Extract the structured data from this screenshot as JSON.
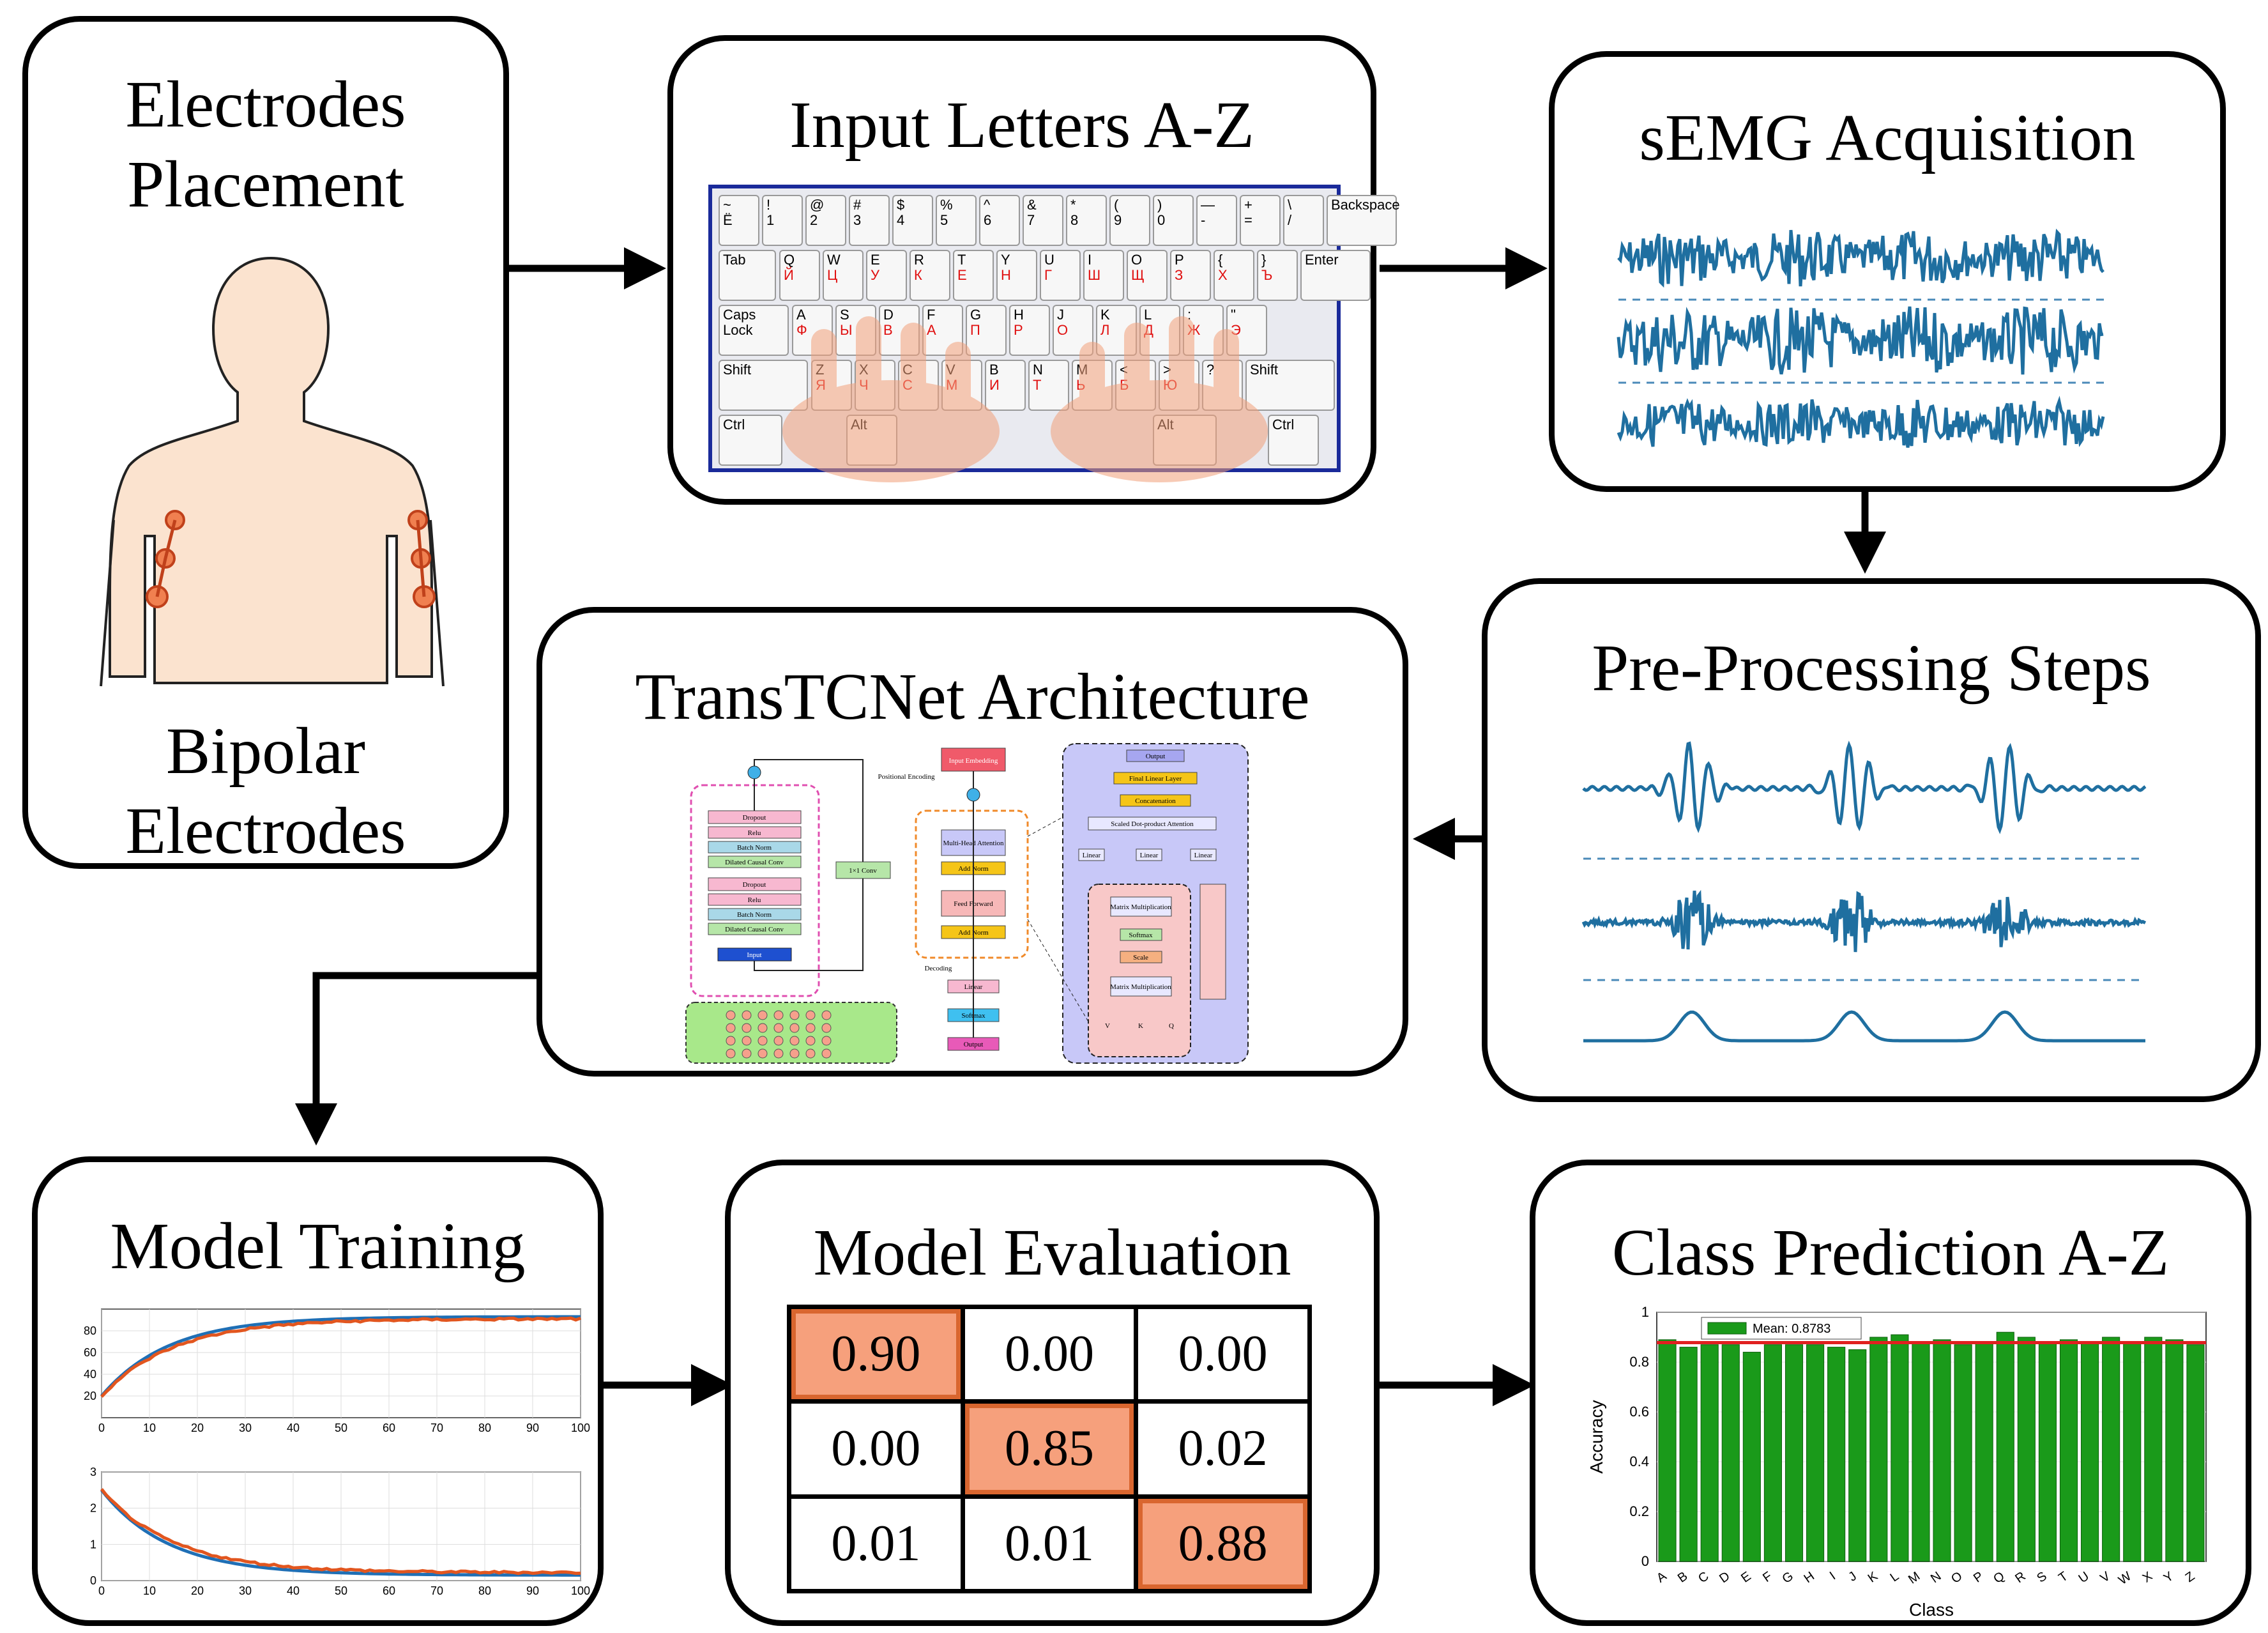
{
  "panels": {
    "electrodes": {
      "title_line1": "Electrodes",
      "title_line2": "Placement",
      "caption_line1": "Bipolar",
      "caption_line2": "Electrodes"
    },
    "input_letters": {
      "title": "Input Letters A-Z"
    },
    "semg": {
      "title": "sEMG Acquisition"
    },
    "preprocessing": {
      "title": "Pre-Processing Steps"
    },
    "architecture": {
      "title": "TransTCNet Architecture"
    },
    "training": {
      "title": "Model Training"
    },
    "evaluation": {
      "title": "Model Evaluation"
    },
    "prediction": {
      "title": "Class Prediction A-Z"
    }
  },
  "keyboard": {
    "row1": [
      "~",
      "!",
      "@",
      "#",
      "$",
      "%",
      "^",
      "&",
      "*",
      "(",
      ")",
      "—",
      "+",
      "\\",
      "Backspace"
    ],
    "row1_bottom": [
      "Ё",
      "1",
      "2",
      "3",
      "4",
      "5",
      "6",
      "7",
      "8",
      "9",
      "0",
      "-",
      "=",
      "/"
    ],
    "row2": [
      "Tab",
      "Q",
      "W",
      "E",
      "R",
      "T",
      "Y",
      "U",
      "I",
      "O",
      "P",
      "{",
      "}",
      "Enter"
    ],
    "row2_ru": [
      "Й",
      "Ц",
      "У",
      "К",
      "Е",
      "Н",
      "Г",
      "Ш",
      "Щ",
      "З",
      "Х",
      "Ъ"
    ],
    "row3": [
      "Caps Lock",
      "A",
      "S",
      "D",
      "F",
      "G",
      "H",
      "J",
      "K",
      "L",
      ":",
      "\""
    ],
    "row3_ru": [
      "Ф",
      "Ы",
      "В",
      "А",
      "П",
      "Р",
      "О",
      "Л",
      "Д",
      "Ж",
      "Э"
    ],
    "row4": [
      "Shift",
      "Z",
      "X",
      "C",
      "V",
      "B",
      "N",
      "M",
      "<",
      ">",
      "?",
      "Shift"
    ],
    "row4_ru": [
      "Я",
      "Ч",
      "С",
      "М",
      "И",
      "Т",
      "Ь",
      "Б",
      "Ю"
    ],
    "row5": [
      "Ctrl",
      "Alt",
      "Alt",
      "Ctrl"
    ]
  },
  "architecture_labels": {
    "input_embedding": "Input Embedding",
    "positional_encoding": "Positional Encoding",
    "dropout": "Dropout",
    "relu": "Relu",
    "batch_norm": "Batch Norm",
    "dilated_causal_conv": "Dilated Causal Conv",
    "input": "Input",
    "conv1x1": "1×1 Conv",
    "multi_head_attention": "Multi-Head Attention",
    "add_norm": "Add Norm",
    "feed_forward": "Feed Forward",
    "decoding": "Decoding",
    "linear": "Linear",
    "softmax": "Softmax",
    "output": "Output",
    "final_linear": "Final Linear Layer",
    "concatenation": "Concatenation",
    "scaled_dot": "Scaled Dot-product Attention",
    "matmul": "Matrix Multiplication",
    "scale": "Scale",
    "v": "V",
    "k": "K",
    "q": "Q"
  },
  "training_chart": {
    "top": {
      "yticks": [
        "80",
        "60",
        "40",
        "20"
      ],
      "xticks": [
        "0",
        "10",
        "20",
        "30",
        "40",
        "50",
        "60",
        "70",
        "80",
        "90",
        "100"
      ]
    },
    "bottom": {
      "yticks": [
        "3",
        "2",
        "1",
        "0"
      ],
      "xticks": [
        "0",
        "10",
        "20",
        "30",
        "40",
        "50",
        "60",
        "70",
        "80",
        "90",
        "100"
      ]
    },
    "colors": {
      "train": "#1f6fb5",
      "val": "#e2561f"
    }
  },
  "confusion_matrix": {
    "rows": [
      [
        "0.90",
        "0.00",
        "0.00"
      ],
      [
        "0.00",
        "0.85",
        "0.02"
      ],
      [
        "0.01",
        "0.01",
        "0.88"
      ]
    ],
    "highlight_color": "#f6a07c"
  },
  "chart_data": {
    "type": "bar",
    "categories": [
      "A",
      "B",
      "C",
      "D",
      "E",
      "F",
      "G",
      "H",
      "I",
      "J",
      "K",
      "L",
      "M",
      "N",
      "O",
      "P",
      "Q",
      "R",
      "S",
      "T",
      "U",
      "V",
      "W",
      "X",
      "Y",
      "Z"
    ],
    "values": [
      0.89,
      0.86,
      0.87,
      0.87,
      0.84,
      0.87,
      0.87,
      0.87,
      0.86,
      0.85,
      0.9,
      0.91,
      0.88,
      0.89,
      0.87,
      0.88,
      0.92,
      0.9,
      0.88,
      0.89,
      0.88,
      0.9,
      0.88,
      0.9,
      0.89,
      0.87
    ],
    "mean_line": 0.8783,
    "legend": "Mean: 0.8783",
    "xlabel": "Class",
    "ylabel": "Accuracy",
    "ylim": [
      0,
      1
    ],
    "yticks": [
      "0",
      "0.2",
      "0.4",
      "0.6",
      "0.8",
      "1"
    ],
    "bar_color": "#1a9a1a",
    "mean_color": "#e02020",
    "legend_placement": "top-left"
  }
}
